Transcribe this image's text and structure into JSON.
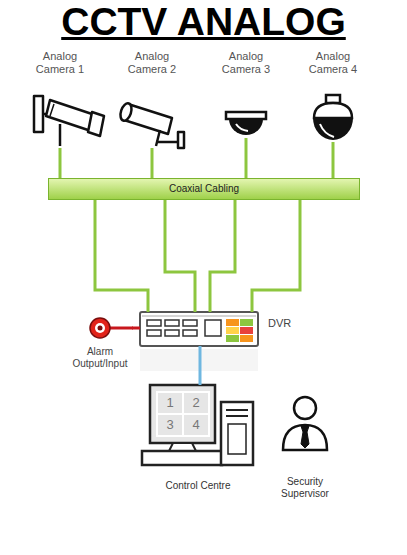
{
  "diagram": {
    "title": "CCTV ANALOG",
    "nodes": [
      {
        "text": [
          "Analog Camera 1"
        ]
      },
      {
        "text": [
          "Analog Camera 2"
        ]
      },
      {
        "text": [
          "Analog Camera 3"
        ]
      },
      {
        "text": [
          "Analog Camera 4"
        ]
      },
      {
        "text": [
          "Coaxial Cabling"
        ]
      },
      {
        "text": [
          "Alarm Output/Input"
        ]
      },
      {
        "text": [
          "DVR"
        ]
      },
      {
        "text": [
          "1",
          "2",
          "3",
          "4",
          "Control Centre"
        ]
      },
      {
        "text": [
          "Security Supervisor"
        ]
      }
    ],
    "edges": [
      {
        "from": 0,
        "to": 4,
        "arrow": "none"
      },
      {
        "from": 1,
        "to": 4,
        "arrow": "none"
      },
      {
        "from": 2,
        "to": 4,
        "arrow": "none"
      },
      {
        "from": 3,
        "to": 4,
        "arrow": "none"
      },
      {
        "from": 4,
        "to": 6,
        "arrow": "none"
      },
      {
        "from": 5,
        "to": 6,
        "arrow": "none"
      },
      {
        "from": 6,
        "to": 7,
        "arrow": "none"
      }
    ]
  }
}
